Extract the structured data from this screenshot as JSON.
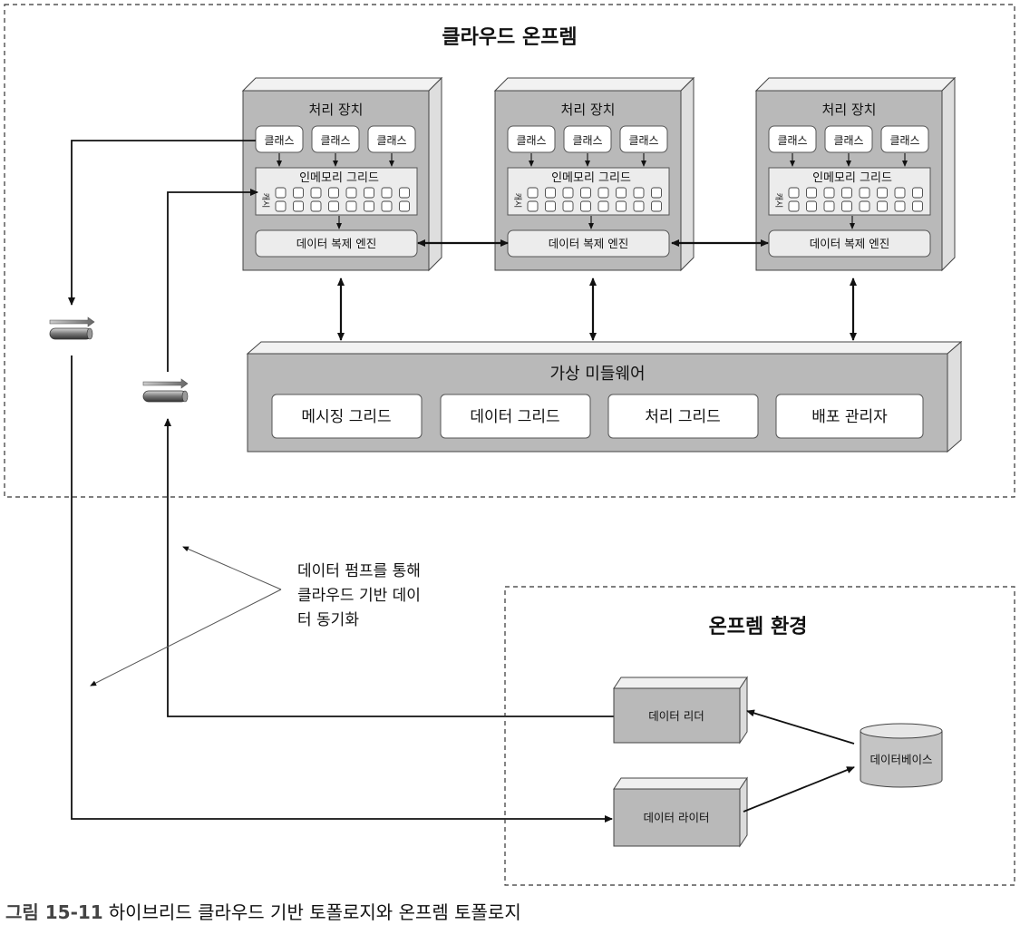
{
  "cloud": {
    "title": "클라우드 온프렘",
    "units": [
      {
        "title": "처리 장치",
        "classes": [
          "클래스",
          "클래스",
          "클래스"
        ],
        "grid_label": "인메모리 그리드",
        "cache_label": "캐시",
        "replication_label": "데이터 복제 엔진"
      },
      {
        "title": "처리 장치",
        "classes": [
          "클래스",
          "클래스",
          "클래스"
        ],
        "grid_label": "인메모리 그리드",
        "cache_label": "캐시",
        "replication_label": "데이터 복제 엔진"
      },
      {
        "title": "처리 장치",
        "classes": [
          "클래스",
          "클래스",
          "클래스"
        ],
        "grid_label": "인메모리 그리드",
        "cache_label": "캐시",
        "replication_label": "데이터 복제 엔진"
      }
    ],
    "middleware": {
      "title": "가상 미들웨어",
      "items": [
        "메시징 그리드",
        "데이터 그리드",
        "처리 그리드",
        "배포 관리자"
      ]
    }
  },
  "note": {
    "lines": [
      "데이터 펌프를 통해",
      "클라우드 기반 데이",
      "터 동기화"
    ]
  },
  "onprem": {
    "title": "온프렘 환경",
    "reader": "데이터 리더",
    "writer": "데이터 라이터",
    "database": "데이터베이스"
  },
  "caption": {
    "number": "그림 15-11",
    "text": "하이브리드 클라우드 기반 토폴로지와 온프렘 토폴로지"
  }
}
